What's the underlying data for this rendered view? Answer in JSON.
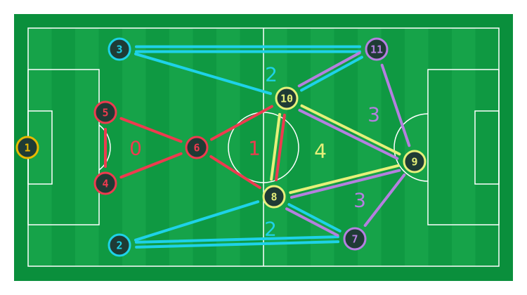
{
  "colors": {
    "turf_outer": "#0a8f3c",
    "turf_stripe_a": "#16a349",
    "turf_stripe_b": "#0f9942",
    "lines": "#ffffff",
    "team_red": "#ee3b4f",
    "team_cyan": "#1ed2e8",
    "team_yellow": "#e6f07a",
    "team_purple": "#b57fe0",
    "node_fill": "#1f3b35",
    "goalkeeper_ring": "#e7b800"
  },
  "players": [
    {
      "id": "p1",
      "label": "1",
      "color": "goalkeeper"
    },
    {
      "id": "p2",
      "label": "2",
      "color": "cyan"
    },
    {
      "id": "p3",
      "label": "3",
      "color": "cyan"
    },
    {
      "id": "p4",
      "label": "4",
      "color": "red"
    },
    {
      "id": "p5",
      "label": "5",
      "color": "red"
    },
    {
      "id": "p6",
      "label": "6",
      "color": "red"
    },
    {
      "id": "p7",
      "label": "7",
      "color": "purple"
    },
    {
      "id": "p8",
      "label": "8",
      "color": "yellow"
    },
    {
      "id": "p9",
      "label": "9",
      "color": "yellow"
    },
    {
      "id": "p10",
      "label": "10",
      "color": "yellow"
    },
    {
      "id": "p11",
      "label": "11",
      "color": "purple"
    }
  ],
  "passes": [
    {
      "from": "p5",
      "to": "p4",
      "color": "red"
    },
    {
      "from": "p5",
      "to": "p6",
      "color": "red"
    },
    {
      "from": "p4",
      "to": "p6",
      "color": "red"
    },
    {
      "from": "p6",
      "to": "p10",
      "color": "red"
    },
    {
      "from": "p6",
      "to": "p8",
      "color": "red"
    },
    {
      "from": "p10",
      "to": "p8",
      "color": "red"
    },
    {
      "from": "p3",
      "to": "p11",
      "color": "cyan",
      "double": true
    },
    {
      "from": "p3",
      "to": "p10",
      "color": "cyan"
    },
    {
      "from": "p2",
      "to": "p7",
      "color": "cyan",
      "double": true
    },
    {
      "from": "p2",
      "to": "p8",
      "color": "cyan"
    },
    {
      "from": "p8",
      "to": "p7",
      "color": "cyan"
    },
    {
      "from": "p10",
      "to": "p11",
      "color": "cyan"
    },
    {
      "from": "p10",
      "to": "p8",
      "color": "yellow"
    },
    {
      "from": "p10",
      "to": "p9",
      "color": "yellow"
    },
    {
      "from": "p8",
      "to": "p9",
      "color": "yellow"
    },
    {
      "from": "p11",
      "to": "p10",
      "color": "purple"
    },
    {
      "from": "p11",
      "to": "p9",
      "color": "purple"
    },
    {
      "from": "p10",
      "to": "p9",
      "color": "purple"
    },
    {
      "from": "p8",
      "to": "p9",
      "color": "purple"
    },
    {
      "from": "p9",
      "to": "p7",
      "color": "purple"
    },
    {
      "from": "p8",
      "to": "p7",
      "color": "purple"
    }
  ],
  "group_counts": [
    {
      "id": "red-left",
      "text": "0",
      "color": "red"
    },
    {
      "id": "red-center",
      "text": "1",
      "color": "red"
    },
    {
      "id": "cyan-top",
      "text": "2",
      "color": "cyan"
    },
    {
      "id": "cyan-bottom",
      "text": "2",
      "color": "cyan"
    },
    {
      "id": "yellow",
      "text": "4",
      "color": "yellow"
    },
    {
      "id": "purple-top",
      "text": "3",
      "color": "purple"
    },
    {
      "id": "purple-bottom",
      "text": "3",
      "color": "purple"
    }
  ]
}
